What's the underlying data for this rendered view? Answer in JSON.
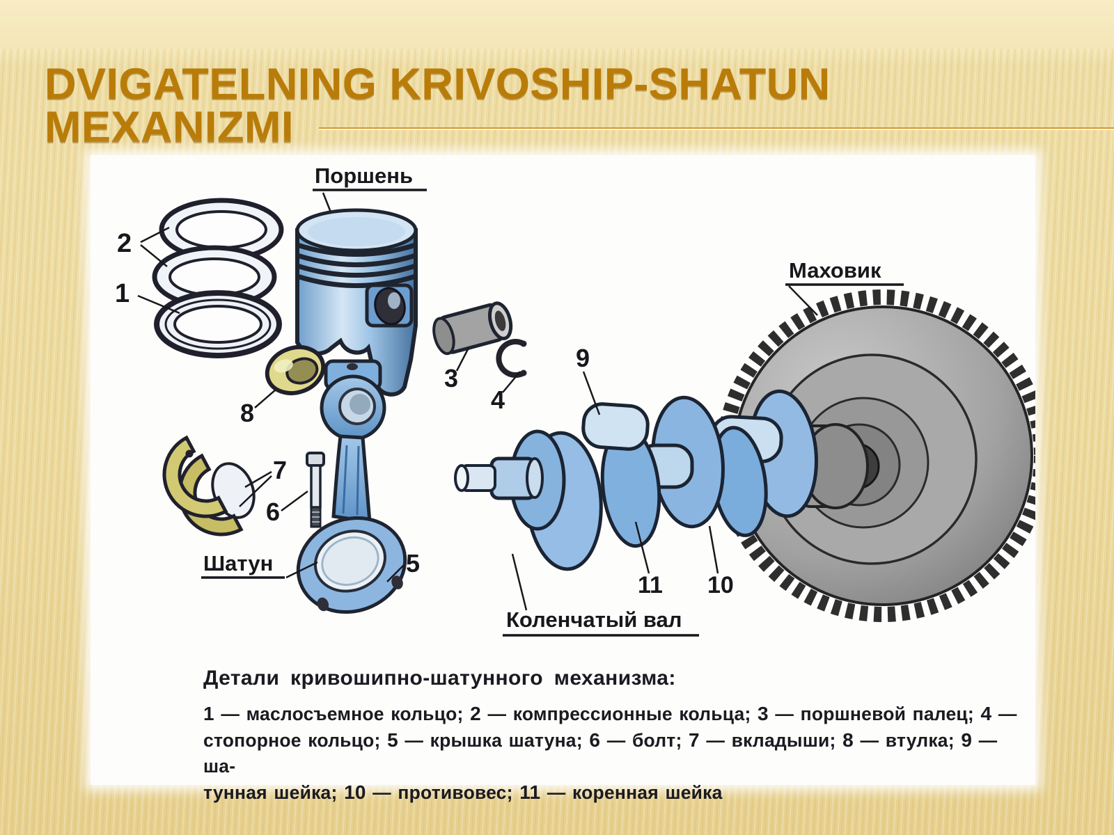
{
  "slide": {
    "title_line1": "DVIGATELNING KRIVOSHIP-SHATUN",
    "title_line2": "MEXANIZMI",
    "colors": {
      "title": "#b97c08",
      "rule": "#d49a2e",
      "background": "#ecd99c",
      "panel": "#fdfdfc"
    }
  },
  "diagram": {
    "labels": {
      "piston": "Поршень",
      "flywheel": "Маховик",
      "rod": "Шатун",
      "crankshaft": "Коленчатый вал"
    },
    "numbers": {
      "n1": "1",
      "n2": "2",
      "n3": "3",
      "n4": "4",
      "n5": "5",
      "n6": "6",
      "n7": "7",
      "n8": "8",
      "n9": "9",
      "n10": "10",
      "n11": "11"
    }
  },
  "caption": {
    "heading": "Детали кривошипно-шатунного механизма:",
    "lines": [
      [
        {
          "b": "1"
        },
        {
          "t": " — маслосъемное кольцо; "
        },
        {
          "b": "2"
        },
        {
          "t": " — компрессионные кольца; "
        },
        {
          "b": "3"
        },
        {
          "t": " — поршневой палец; "
        },
        {
          "b": "4"
        },
        {
          "t": " —"
        }
      ],
      [
        {
          "t": "стопорное кольцо; "
        },
        {
          "b": "5"
        },
        {
          "t": " — крышка шатуна; "
        },
        {
          "b": "6"
        },
        {
          "t": " — болт; "
        },
        {
          "b": "7"
        },
        {
          "t": " — вкладыши; "
        },
        {
          "b": "8"
        },
        {
          "t": " — втулка; "
        },
        {
          "b": "9"
        },
        {
          "t": " — ша-"
        }
      ],
      [
        {
          "t": "тунная шейка; "
        },
        {
          "b": "10"
        },
        {
          "t": " — противовес; "
        },
        {
          "b": "11"
        },
        {
          "t": " — коренная шейка"
        }
      ]
    ]
  }
}
